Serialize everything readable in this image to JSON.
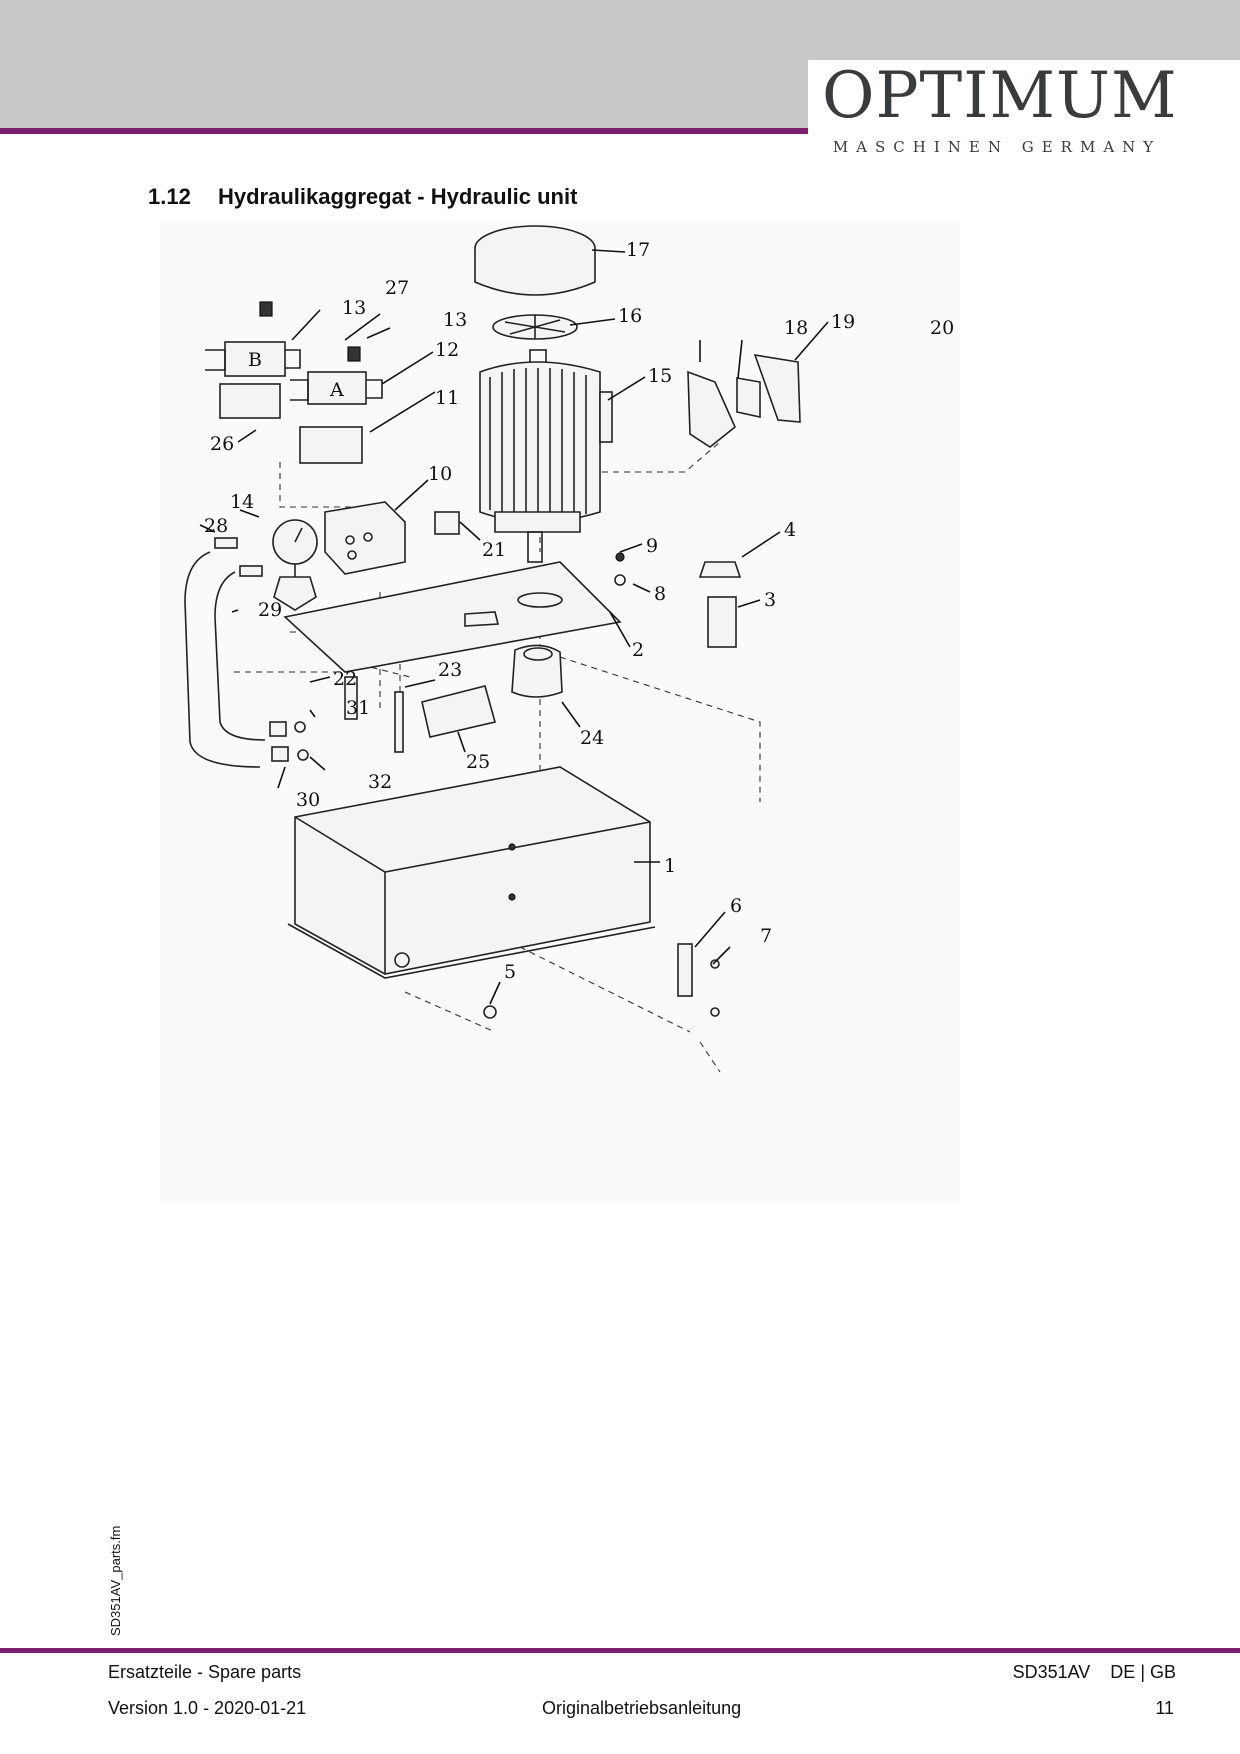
{
  "header": {
    "brand": "OPTIMUM",
    "registered": "®",
    "tagline": "MASCHINEN GERMANY",
    "accent_color": "#7b1f6e",
    "band_color": "#c8c9cb"
  },
  "section": {
    "number": "1.12",
    "title": "Hydraulikaggregat - Hydraulic unit"
  },
  "drawing": {
    "callouts": [
      "1",
      "2",
      "3",
      "4",
      "5",
      "6",
      "7",
      "8",
      "9",
      "10",
      "11",
      "12",
      "13",
      "13",
      "14",
      "15",
      "16",
      "17",
      "18",
      "19",
      "20",
      "21",
      "22",
      "23",
      "24",
      "25",
      "26",
      "27",
      "28",
      "29",
      "30",
      "31",
      "32"
    ],
    "valve_marks": [
      "A",
      "B"
    ]
  },
  "side_label": "SD351AV_parts.fm",
  "footer": {
    "left_top": "Ersatzteile - Spare parts",
    "right_top": "SD351AV    DE | GB",
    "left_bottom": "Version 1.0 - 2020-01-21",
    "center_bottom": "Originalbetriebsanleitung",
    "page": "11"
  }
}
